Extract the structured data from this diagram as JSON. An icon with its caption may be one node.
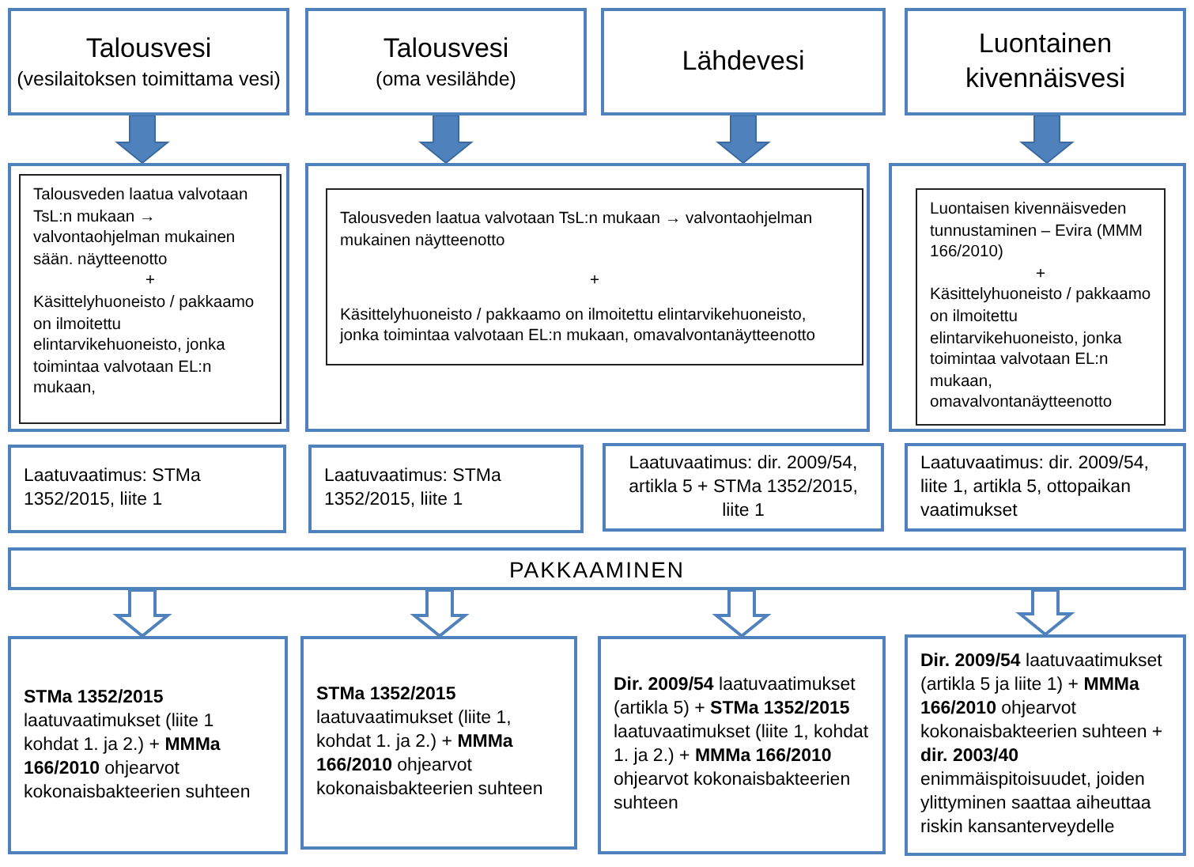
{
  "diagram": {
    "nodes": [
      {
        "text": [
          "Talousvesi",
          "(vesilaitoksen toimittama vesi)"
        ]
      },
      {
        "text": [
          "Talousvesi",
          "(oma vesilähde)"
        ]
      },
      {
        "text": [
          "Lähdevesi"
        ]
      },
      {
        "text": [
          "Luontainen kivennäisvesi"
        ]
      },
      {
        "text": [],
        "shape": "box"
      },
      {
        "text": [
          "Talousveden laatua valvotaan TsL:n mukaan → valvontaohjelman mukainen sään. näytteenotto",
          "+",
          "Käsittelyhuoneisto / pakkaamo on ilmoitettu elintarvikehuoneisto, jonka toimintaa valvotaan EL:n mukaan,"
        ],
        "in": 4
      },
      {
        "text": [],
        "shape": "box"
      },
      {
        "text": [
          "Talousveden laatua valvotaan TsL:n mukaan → valvontaohjelman mukainen näytteenotto",
          "+",
          "Käsittelyhuoneisto / pakkaamo on ilmoitettu elintarvikehuoneisto, jonka toimintaa valvotaan EL:n mukaan, omavalvontanäytteenotto"
        ],
        "in": 6
      },
      {
        "text": [],
        "shape": "box"
      },
      {
        "text": [
          "Luontaisen kivennäisveden tunnustaminen – Evira (MMM 166/2010)",
          "+",
          "Käsittelyhuoneisto / pakkaamo on ilmoitettu elintarvikehuoneisto, jonka toimintaa valvotaan EL:n mukaan, omavalvontanäytteenotto"
        ],
        "in": 8
      },
      {
        "text": [
          "Laatuvaatimus: STMa 1352/2015, liite 1"
        ]
      },
      {
        "text": [
          "Laatuvaatimus: STMa 1352/2015, liite 1"
        ]
      },
      {
        "text": [
          "Laatuvaatimus: dir. 2009/54, artikla 5 + STMa 1352/2015, liite 1"
        ]
      },
      {
        "text": [
          "Laatuvaatimus: dir. 2009/54, liite 1, artikla 5, ottopaikan vaatimukset"
        ]
      },
      {
        "text": [
          "PAKKAAMINEN"
        ]
      },
      {
        "text": [
          "**STMa 1352/2015** laatuvaatimukset (liite 1 kohdat 1. ja 2.) + **MMMa 166/2010** ohjearvot kokonaisbakteerien suhteen"
        ]
      },
      {
        "text": [
          "**STMa 1352/2015** laatuvaatimukset (liite 1, kohdat 1. ja 2.) + **MMMa 166/2010** ohjearvot kokonaisbakteerien suhteen"
        ]
      },
      {
        "text": [
          "**Dir. 2009/54** laatuvaatimukset (artikla 5) + **STMa 1352/2015** laatuvaatimukset (liite 1, kohdat 1. ja 2.) + **MMMa 166/2010** ohjearvot kokonaisbakteerien suhteen"
        ]
      },
      {
        "text": [
          "**Dir. 2009/54** laatuvaatimukset (artikla 5 ja liite 1) + **MMMa 166/2010** ohjearvot kokonaisbakteerien suhteen + **dir. 2003/40** enimmäispitoisuudet, joiden ylittyminen saattaa aiheuttaa riskin kansanterveydelle"
        ]
      }
    ],
    "edges": [
      {
        "from": 0,
        "to": 4,
        "arrow": "to",
        "style": "thick"
      },
      {
        "from": 1,
        "to": 6,
        "arrow": "to",
        "style": "thick"
      },
      {
        "from": 2,
        "to": 6,
        "arrow": "to",
        "style": "thick"
      },
      {
        "from": 3,
        "to": 8,
        "arrow": "to",
        "style": "thick"
      },
      {
        "from": 14,
        "to": 15,
        "arrow": "to"
      },
      {
        "from": 14,
        "to": 16,
        "arrow": "to"
      },
      {
        "from": 14,
        "to": 17,
        "arrow": "to"
      },
      {
        "from": 14,
        "to": 18,
        "arrow": "to"
      }
    ]
  }
}
